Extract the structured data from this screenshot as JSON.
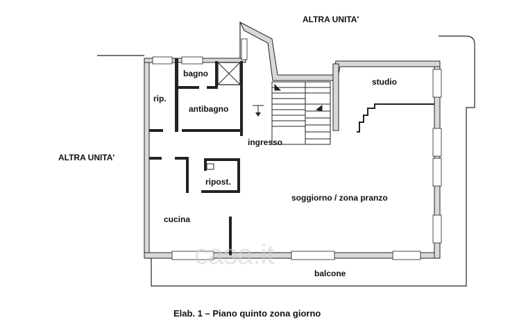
{
  "labels": {
    "altra_top": "ALTRA UNITA'",
    "altra_left": "ALTRA UNITA'",
    "bagno": "bagno",
    "rip": "rip.",
    "antibagno": "antibagno",
    "ingresso": "ingresso",
    "ripost": "ripost.",
    "studio": "studio",
    "soggiorno": "soggiorno / zona pranzo",
    "cucina": "cucina",
    "balcone": "balcone"
  },
  "caption": "Elab. 1 – Piano quinto zona giorno",
  "watermark": "casa.it",
  "colors": {
    "line": "#222222",
    "wall_fill": "#d9d9d9"
  }
}
